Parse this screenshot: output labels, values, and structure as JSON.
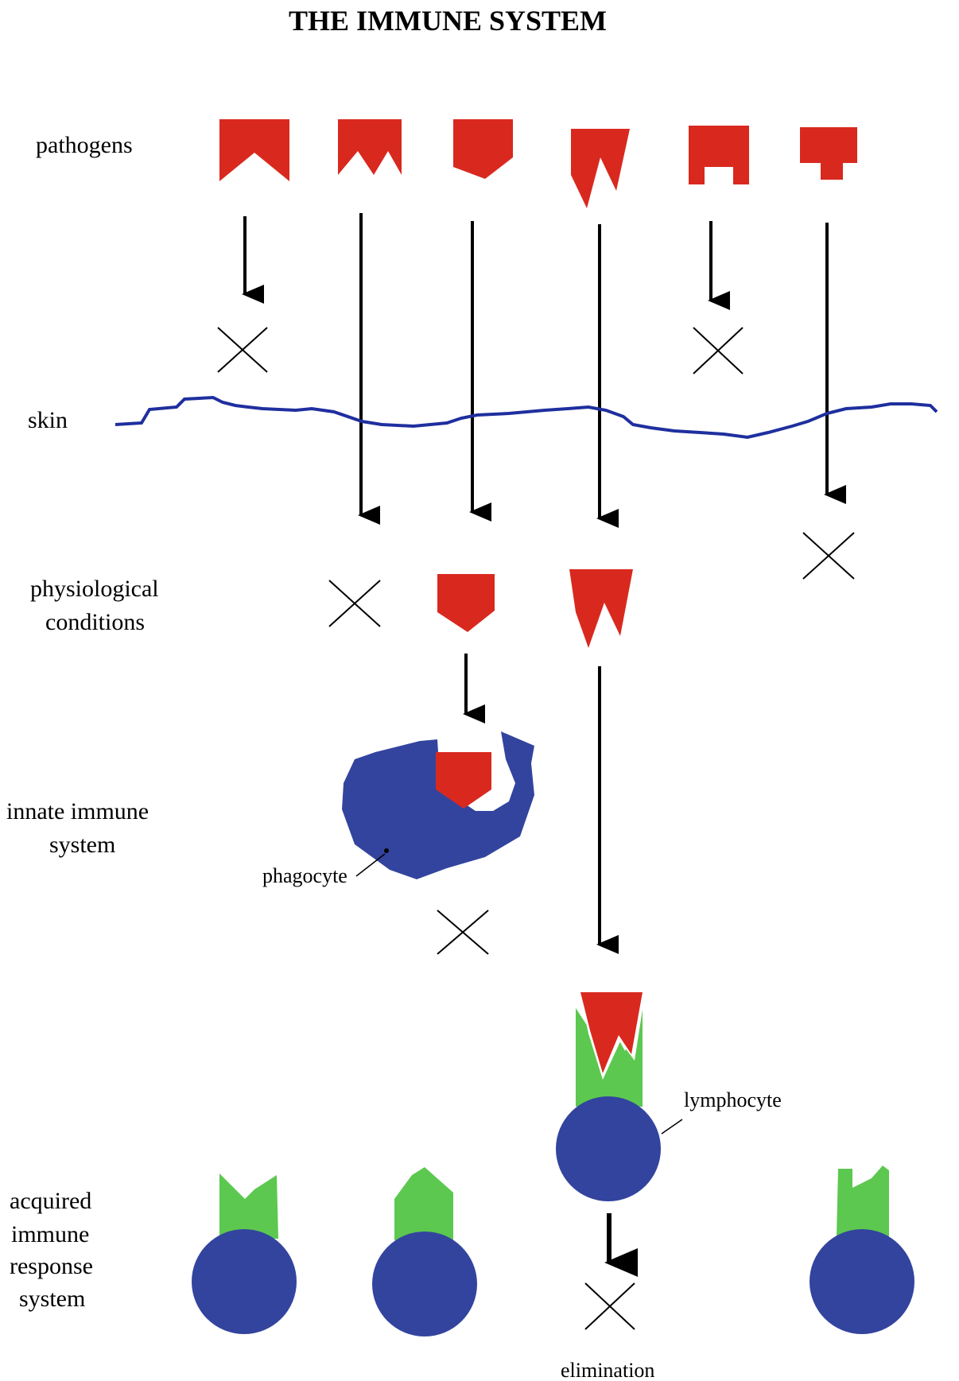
{
  "title": "THE IMMUNE SYSTEM",
  "rows": {
    "pathogens": "pathogens",
    "skin": "skin",
    "physiological_line1": "physiological",
    "physiological_line2": "conditions",
    "innate_line1": "innate immune",
    "innate_line2": "system",
    "acquired_line1": "acquired",
    "acquired_line2": "immune",
    "acquired_line3": "response",
    "acquired_line4": "system"
  },
  "labels": {
    "phagocyte": "phagocyte",
    "lymphocyte": "lymphocyte",
    "elimination": "elimination"
  },
  "colors": {
    "pathogen": "#d9291f",
    "skin": "#1f2f9e",
    "cell": "#33449e",
    "receptor": "#5cc84f",
    "line": "#000000"
  }
}
